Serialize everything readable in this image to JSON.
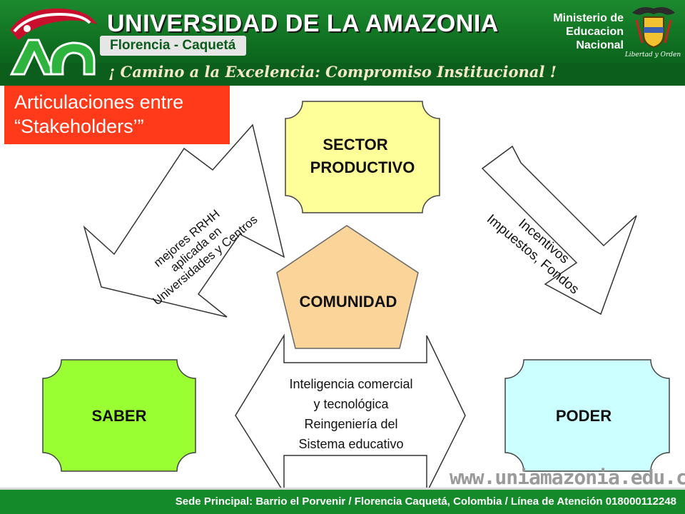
{
  "header": {
    "title": "UNIVERSIDAD DE LA AMAZONIA",
    "subtitle": "Florencia - Caquetá",
    "motto": "¡ Camino a la Excelencia: Compromiso Institucional !",
    "ministerio_line1": "Ministerio de",
    "ministerio_line2": "Educacion Nacional",
    "libertad": "Libertad y Orden"
  },
  "slide": {
    "title_line1": "Articulaciones entre",
    "title_line2": "“Stakeholders’”"
  },
  "diagram": {
    "sector": [
      "SECTOR",
      "PRODUCTIVO"
    ],
    "comunidad": "COMUNIDAD",
    "saber": "SABER",
    "poder": "PODER",
    "left_arrow": [
      "mejores RRHH",
      "aplicada en",
      "Universidades y Centros"
    ],
    "right_arrow": [
      "Incentivos",
      "Impuestos, Fondos"
    ],
    "bottom_arrow": [
      "Inteligencia comercial",
      "y tecnológica",
      "Reingeniería del",
      "Sistema educativo"
    ]
  },
  "footer": {
    "url": "www.uniamazonia.edu.co",
    "address": "Sede Principal: Barrio el Porvenir / Florencia Caquetá, Colombia / Línea de Atención 018000112248"
  },
  "colors": {
    "header_green": "#138a2c",
    "title_red": "#ff3a1a",
    "sector_yellow": "#ffff99",
    "comunidad_peach": "#fbd499",
    "saber_green": "#99ff33",
    "poder_cyan": "#ccffff"
  }
}
